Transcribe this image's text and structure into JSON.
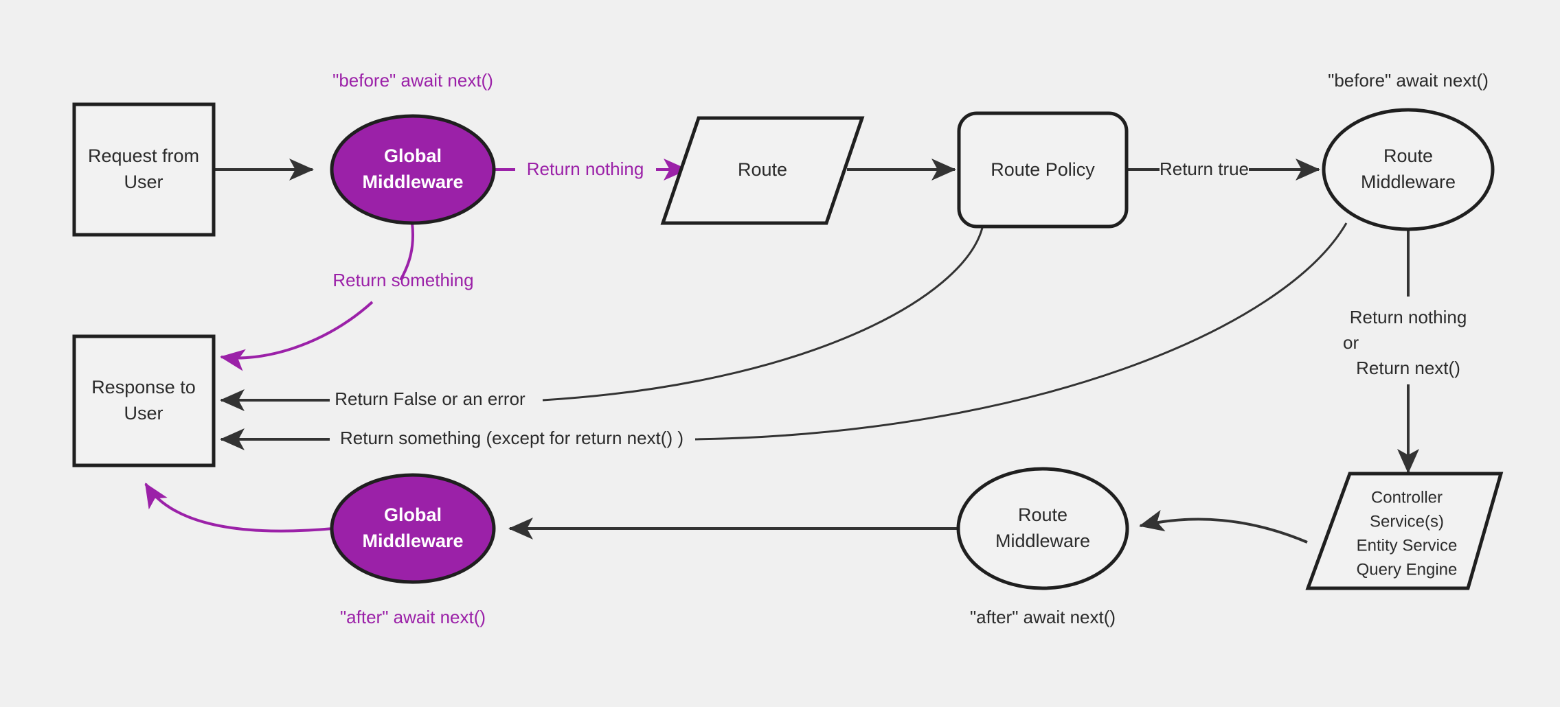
{
  "diagram": {
    "title": "Strapi middleware request lifecycle flow",
    "background_color": "#f0f0f0",
    "accent_color": "#9b21a8",
    "line_color": "#333333",
    "nodes": {
      "request": {
        "line1": "Request from",
        "line2": "User"
      },
      "global_middleware_before": {
        "line1": "Global",
        "line2": "Middleware"
      },
      "route": {
        "label": "Route"
      },
      "route_policy": {
        "label": "Route Policy"
      },
      "route_middleware_before": {
        "line1": "Route",
        "line2": "Middleware"
      },
      "controller": {
        "line1": "Controller",
        "line2": "Service(s)",
        "line3": "Entity Service",
        "line4": "Query Engine"
      },
      "route_middleware_after": {
        "line1": "Route",
        "line2": "Middleware"
      },
      "global_middleware_after": {
        "line1": "Global",
        "line2": "Middleware"
      },
      "response": {
        "line1": "Response to",
        "line2": "User"
      }
    },
    "notes": {
      "global_before": "\"before\" await next()",
      "route_mw_before": "\"before\" await next()",
      "global_after": "\"after\" await next()",
      "route_mw_after": "\"after\" await next()"
    },
    "edges": {
      "return_nothing": "Return nothing",
      "return_something": "Return something",
      "return_true": "Return true",
      "return_false_or_error": "Return False or an error",
      "return_something_except": "Return something (except for return next() )",
      "return_nothing_or_next_1": "Return nothing",
      "return_nothing_or_next_2": "or",
      "return_nothing_or_next_3": "Return next()"
    }
  }
}
